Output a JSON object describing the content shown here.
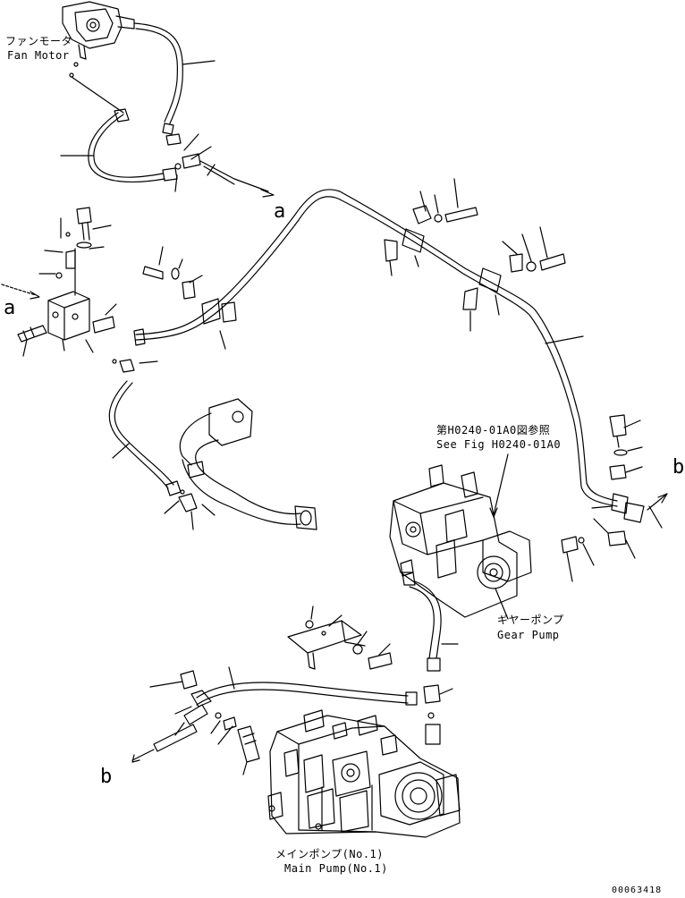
{
  "labels": {
    "fan_motor_jp": "ファンモータ",
    "fan_motor_en": "Fan Motor",
    "see_fig_jp": "第H0240-01A0図参照",
    "see_fig_en": "See Fig H0240-01A0",
    "gear_pump_jp": "ギヤーポンプ",
    "gear_pump_en": "Gear Pump",
    "main_pump_jp": "メインポンプ(No.1)",
    "main_pump_en": "Main Pump(No.1)",
    "ref_a": "a",
    "ref_b": "b",
    "drawing_number": "00063418"
  },
  "colors": {
    "ink": "#000000",
    "paper": "#ffffff"
  }
}
